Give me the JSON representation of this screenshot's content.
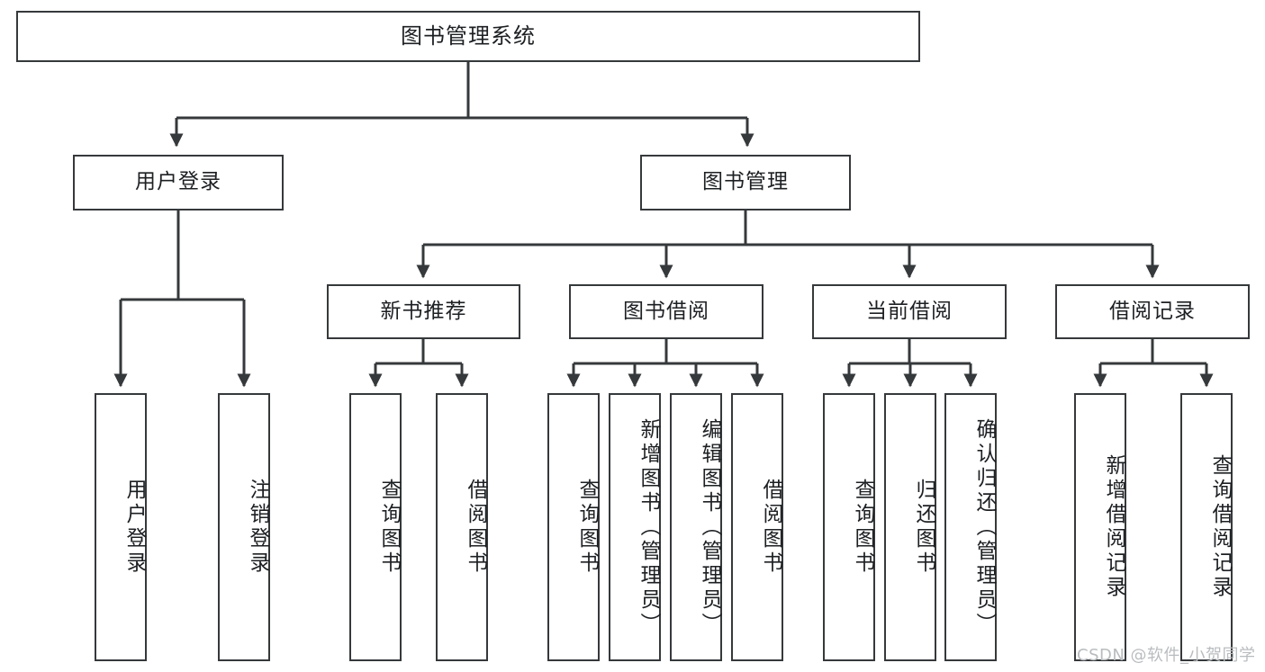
{
  "diagram": {
    "title": "图书管理系统",
    "watermark": "CSDN @软件_小贺同学",
    "stroke_color": "#36393b",
    "text_color": "#1d2023",
    "background_color": "#ffffff",
    "watermark_color": "#b9bcbf"
  },
  "nodes": {
    "root": {
      "label": "图书管理系统"
    },
    "level2": [
      {
        "label": "用户登录"
      },
      {
        "label": "图书管理"
      }
    ],
    "level3": [
      {
        "label": "新书推荐"
      },
      {
        "label": "图书借阅"
      },
      {
        "label": "当前借阅"
      },
      {
        "label": "借阅记录"
      }
    ],
    "leaves": {
      "user_login": [
        {
          "label": "用户登录"
        },
        {
          "label": "注销登录"
        }
      ],
      "new_book_recommend": [
        {
          "label": "查询图书"
        },
        {
          "label": "借阅图书"
        }
      ],
      "book_borrow": [
        {
          "label": "查询图书"
        },
        {
          "label": "新增图书（管理员）"
        },
        {
          "label": "编辑图书（管理员）"
        },
        {
          "label": "借阅图书"
        }
      ],
      "current_borrow": [
        {
          "label": "查询图书"
        },
        {
          "label": "归还图书"
        },
        {
          "label": "确认归还（管理员）"
        }
      ],
      "borrow_record": [
        {
          "label": "新增借阅记录"
        },
        {
          "label": "查询借阅记录"
        }
      ]
    }
  },
  "chart_data": {
    "type": "diagram",
    "subtype": "tree-hierarchy",
    "title": "图书管理系统",
    "orientation": "top-down",
    "tree": {
      "name": "图书管理系统",
      "children": [
        {
          "name": "用户登录",
          "children": [
            {
              "name": "用户登录"
            },
            {
              "name": "注销登录"
            }
          ]
        },
        {
          "name": "图书管理",
          "children": [
            {
              "name": "新书推荐",
              "children": [
                {
                  "name": "查询图书"
                },
                {
                  "name": "借阅图书"
                }
              ]
            },
            {
              "name": "图书借阅",
              "children": [
                {
                  "name": "查询图书"
                },
                {
                  "name": "新增图书（管理员）"
                },
                {
                  "name": "编辑图书（管理员）"
                },
                {
                  "name": "借阅图书"
                }
              ]
            },
            {
              "name": "当前借阅",
              "children": [
                {
                  "name": "查询图书"
                },
                {
                  "name": "归还图书"
                },
                {
                  "name": "确认归还（管理员）"
                }
              ]
            },
            {
              "name": "借阅记录",
              "children": [
                {
                  "name": "新增借阅记录"
                },
                {
                  "name": "查询借阅记录"
                }
              ]
            }
          ]
        }
      ]
    },
    "levels": 4,
    "node_count": 18,
    "legend": [],
    "annotations": [
      "CSDN @软件_小贺同学"
    ]
  }
}
